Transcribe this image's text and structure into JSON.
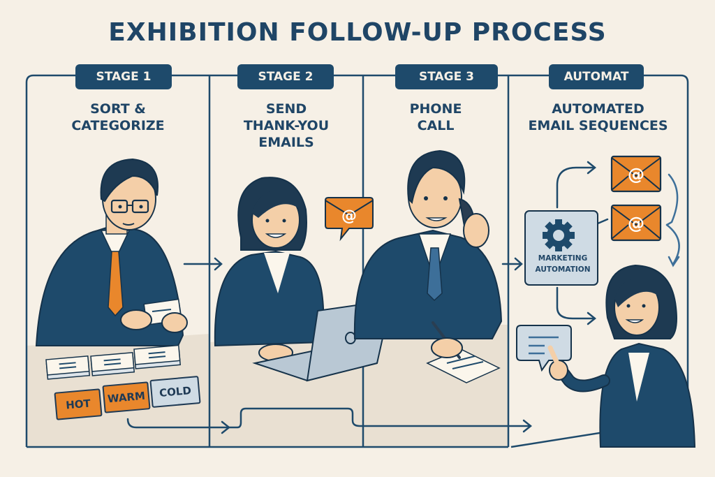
{
  "title": "EXHIBITION FOLLOW-UP PROCESS",
  "colors": {
    "background": "#f6f0e6",
    "navy": "#1e4a6b",
    "orange": "#e9872c",
    "light_blue": "#cfdbe4",
    "desk": "#e9e0d2",
    "skin": "#f4cfa8"
  },
  "stages": [
    {
      "badge": "STAGE 1",
      "title_lines": [
        "SORT &",
        "CATEGORIZE"
      ]
    },
    {
      "badge": "STAGE 2",
      "title_lines": [
        "SEND",
        "THANK-YOU",
        "EMAILS"
      ]
    },
    {
      "badge": "STAGE 3",
      "title_lines": [
        "PHONE",
        "CALL"
      ]
    },
    {
      "badge": "AUTOMAT",
      "title_lines": [
        "AUTOMATED",
        "EMAIL SEQUENCES"
      ]
    }
  ],
  "lead_tags": [
    "HOT",
    "WARM",
    "COLD"
  ],
  "automation_box": {
    "line1": "MARKETING",
    "line2": "AUTOMATION",
    "icon": "gear-icon"
  },
  "email_symbol": "@"
}
